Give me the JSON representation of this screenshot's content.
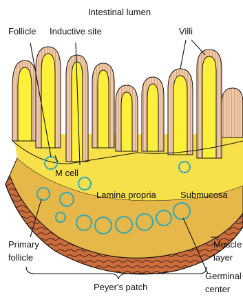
{
  "labels": {
    "intestinal_lumen": "Intestinal lumen",
    "follicle": "Follicle",
    "inductive_site": "Inductive site",
    "villi": "Villi",
    "m_cell": "M cell",
    "lamina_propria": "Lamina propria",
    "submucosa": "Submucosa",
    "primary_follicle_line1": "Primary",
    "primary_follicle_line2": "follicle",
    "muscle_layer_line1": "Muscle",
    "muscle_layer_line2": "layer",
    "germinal_center_line1": "Germinal",
    "germinal_center_line2": "center",
    "peyers_patch": "Peyer's patch"
  },
  "colors": {
    "villus_fill": "#fef03a",
    "epithelium": "#f2c9a6",
    "lamina_propria": "#f7e04a",
    "submucosa": "#e6b84a",
    "muscle": "#c96d3c",
    "follicle_dots": "#2aa6b8",
    "outline": "#111111"
  }
}
